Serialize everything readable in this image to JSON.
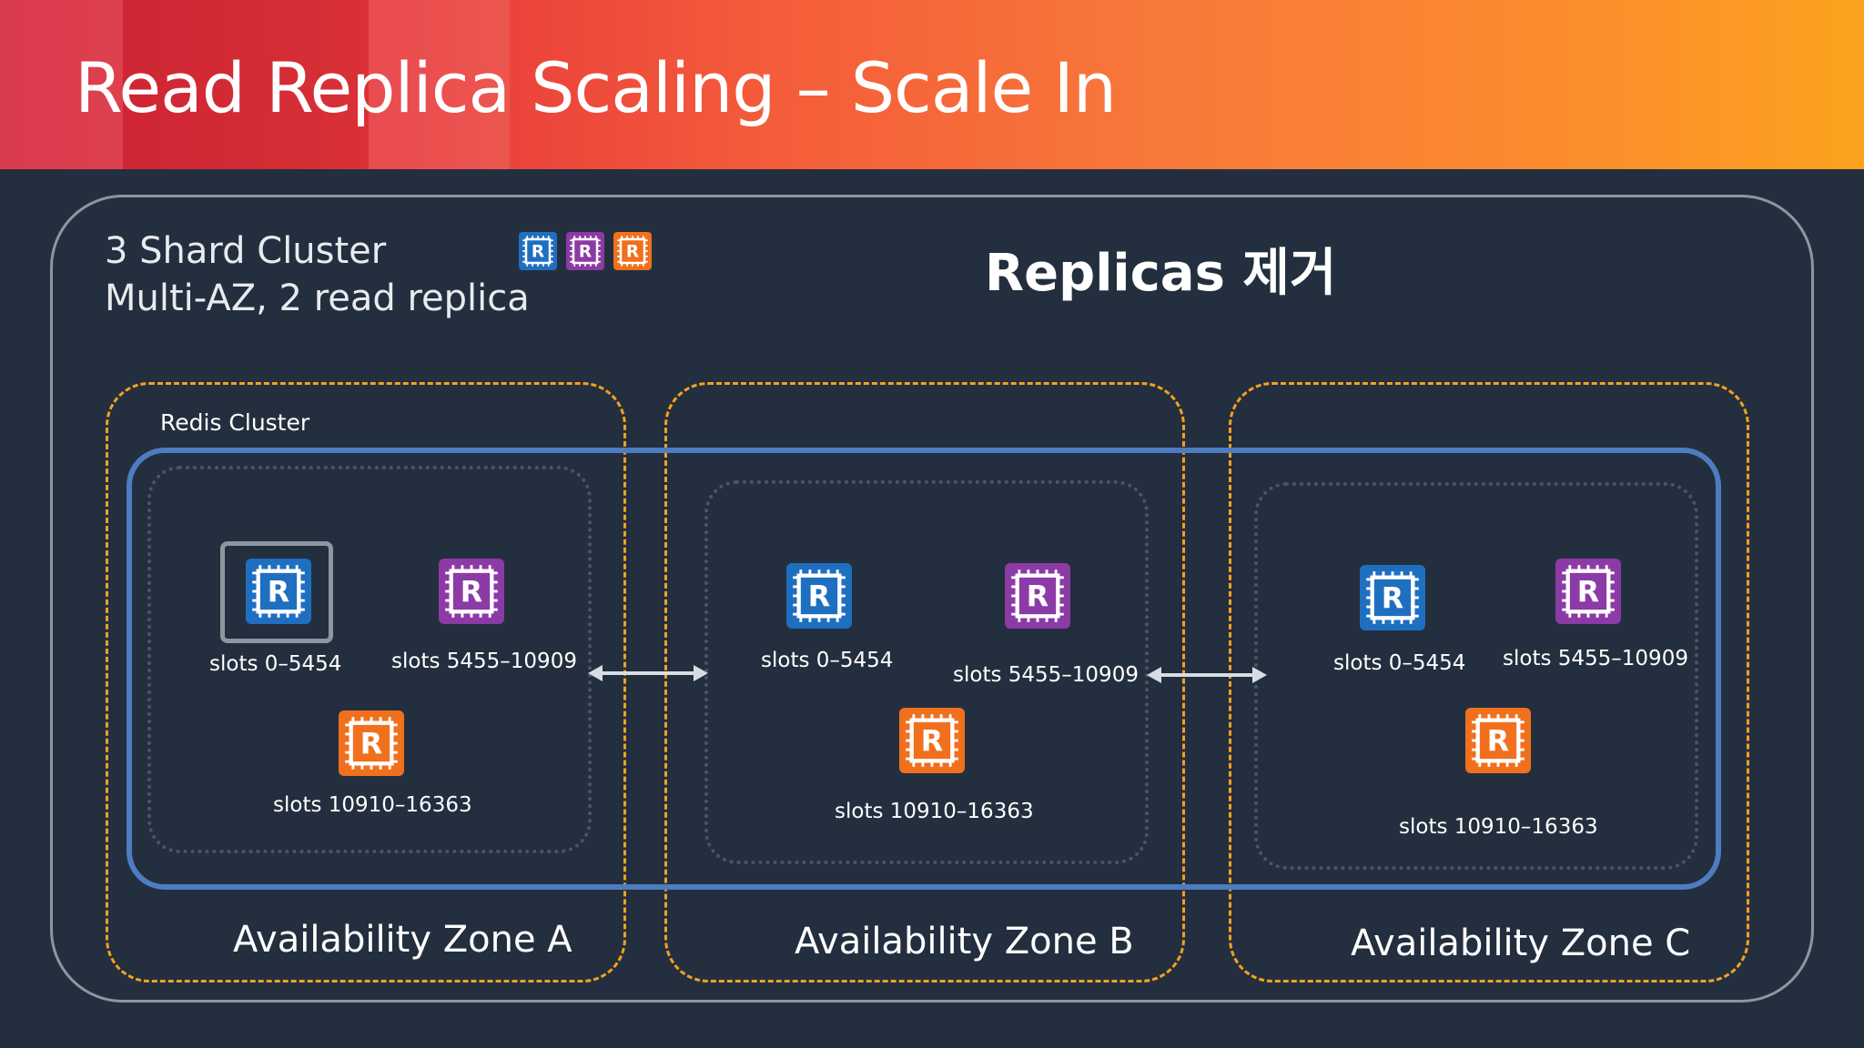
{
  "header": {
    "title": "Read Replica Scaling – Scale In"
  },
  "cluster_info": {
    "line1": "3 Shard Cluster",
    "line2": "Multi-AZ, 2 read replica"
  },
  "legend": {
    "icons": [
      "redis-node-icon-blue",
      "redis-node-icon-purple",
      "redis-node-icon-orange"
    ]
  },
  "replicas_title": "Replicas 제거",
  "cluster_label": "Redis Cluster",
  "node_letter": "R",
  "colors": {
    "shard1": "#1f6fc1",
    "shard2": "#8c3aa6",
    "shard3": "#f0701e",
    "az_border": "#f5a020",
    "cluster_border": "#4d7cc1"
  },
  "zones": [
    {
      "label": "Availability Zone A",
      "nodes": [
        {
          "slots": "slots 0–5454",
          "color": "blue",
          "primary": true
        },
        {
          "slots": "slots 5455–10909",
          "color": "purple"
        },
        {
          "slots": "slots 10910–16363",
          "color": "orange"
        }
      ]
    },
    {
      "label": "Availability Zone B",
      "nodes": [
        {
          "slots": "slots 0–5454",
          "color": "blue"
        },
        {
          "slots": "slots 5455–10909",
          "color": "purple"
        },
        {
          "slots": "slots 10910–16363",
          "color": "orange"
        }
      ]
    },
    {
      "label": "Availability Zone C",
      "nodes": [
        {
          "slots": "slots 0–5454",
          "color": "blue"
        },
        {
          "slots": "slots 5455–10909",
          "color": "purple"
        },
        {
          "slots": "slots 10910–16363",
          "color": "orange"
        }
      ]
    }
  ]
}
